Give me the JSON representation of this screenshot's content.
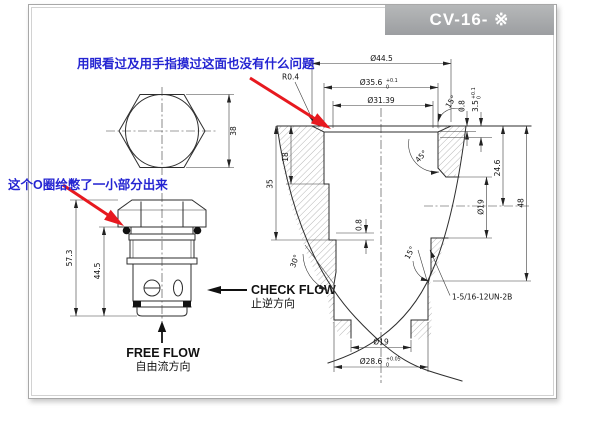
{
  "window": {
    "title": "CV-16- ※"
  },
  "notes": {
    "top": "用眼看过及用手指摸过这面也没有什么问题",
    "left": "这个O圈给憋了一小部分出来",
    "text_color": "#2525d2",
    "arrow_color": "#e7191f"
  },
  "flow": {
    "check_en": "CHECK FLOW",
    "check_zh": "止逆方向",
    "free_en": "FREE FLOW",
    "free_zh": "自由流方向"
  },
  "hex_view": {
    "across_flats": "38"
  },
  "side_view": {
    "overall_length": "57.3",
    "body_length": "44.5"
  },
  "section": {
    "dia_spotface": "Ø44.5",
    "dia_gland": "Ø35.6",
    "dia_gland_tol_hi": "+0.1",
    "dia_gland_tol_lo": "0",
    "dia_thread_bore": "Ø31.39",
    "corner_radius": "R0.4",
    "chamfer_top": "15°",
    "step_top": "0.8",
    "gland_depth": "3.5",
    "gland_depth_tol_hi": "+0.1",
    "gland_depth_tol_lo": "0",
    "depth_18": "18",
    "depth_35": "35",
    "step_mid": "0.8",
    "angle_45": "45°",
    "port_depth": "24.6",
    "dia_port": "Ø19",
    "depth_48": "48",
    "angle_30": "30°",
    "chamfer_bottom": "15°",
    "dia_bottom_hole": "Ø19",
    "dia_counterbore": "Ø28.6",
    "dia_counterbore_tol_hi": "+0.05",
    "dia_counterbore_tol_lo": "0",
    "thread_spec": "1-5/16-12UN-2B"
  }
}
